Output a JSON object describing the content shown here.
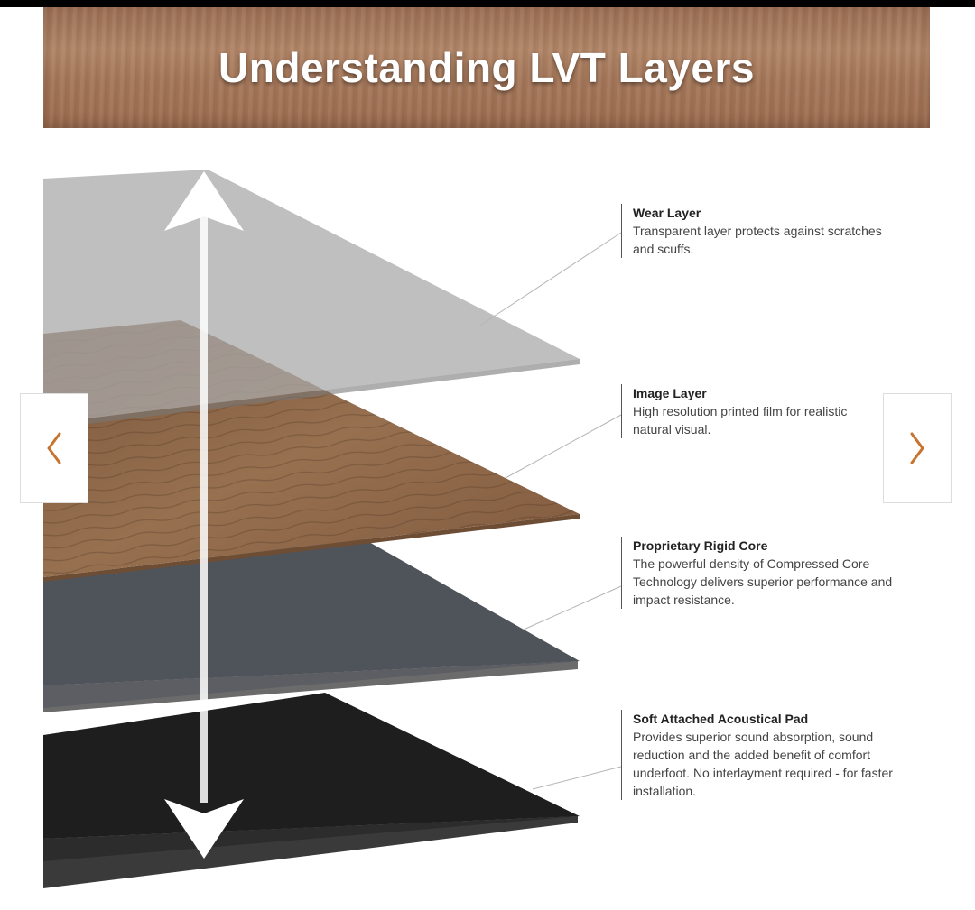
{
  "banner": {
    "title": "Understanding LVT Layers"
  },
  "layers": [
    {
      "title": "Wear Layer",
      "description": "Transparent layer protects against scratches and scuffs."
    },
    {
      "title": "Image Layer",
      "description": "High resolution printed film for realistic natural visual."
    },
    {
      "title": "Proprietary Rigid Core",
      "description": "The powerful density of Compressed Core Technology delivers superior performance and impact resistance."
    },
    {
      "title": "Soft Attached Acoustical Pad",
      "description": "Provides superior sound absorption, sound reduction and the added benefit of comfort underfoot. No interlayment required - for faster installation."
    }
  ],
  "navigation": {
    "prev_icon": "chevron-left-icon",
    "next_icon": "chevron-right-icon"
  },
  "colors": {
    "accent": "#c8742f",
    "wear": "#bdbdbd",
    "wood": "#8c6548",
    "core": "#55585f",
    "pad": "#1c1c1c"
  }
}
